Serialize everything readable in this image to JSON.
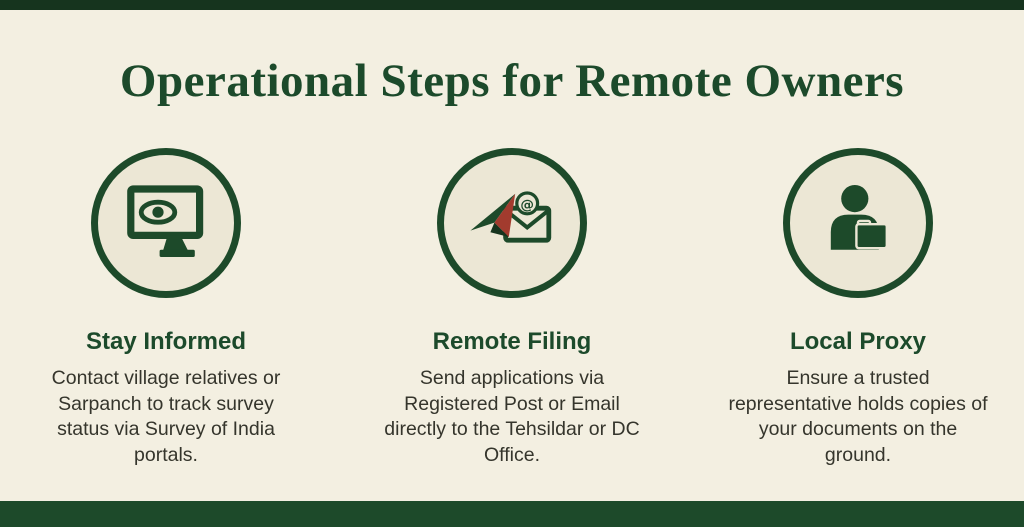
{
  "page": {
    "title": "Operational Steps for Remote Owners"
  },
  "colors": {
    "accent_green": "#1d4a2a",
    "accent_green_dark": "#16341e",
    "accent_red": "#a23b2e",
    "background": "#f3efe1",
    "icon_circle_fill": "#ece7d5",
    "body_text": "#35352c"
  },
  "columns": [
    {
      "icon": "monitor-eye-icon",
      "heading": "Stay Informed",
      "body": "Contact village relatives or Sarpanch to track survey status via Survey of India portals."
    },
    {
      "icon": "paper-plane-envelope-icon",
      "heading": "Remote Filing",
      "body": "Send applications via Registered Post or Email directly to the Tehsildar or DC Office."
    },
    {
      "icon": "person-folder-icon",
      "heading": "Local Proxy",
      "body": "Ensure a trusted representative holds copies of your documents on the ground."
    }
  ]
}
